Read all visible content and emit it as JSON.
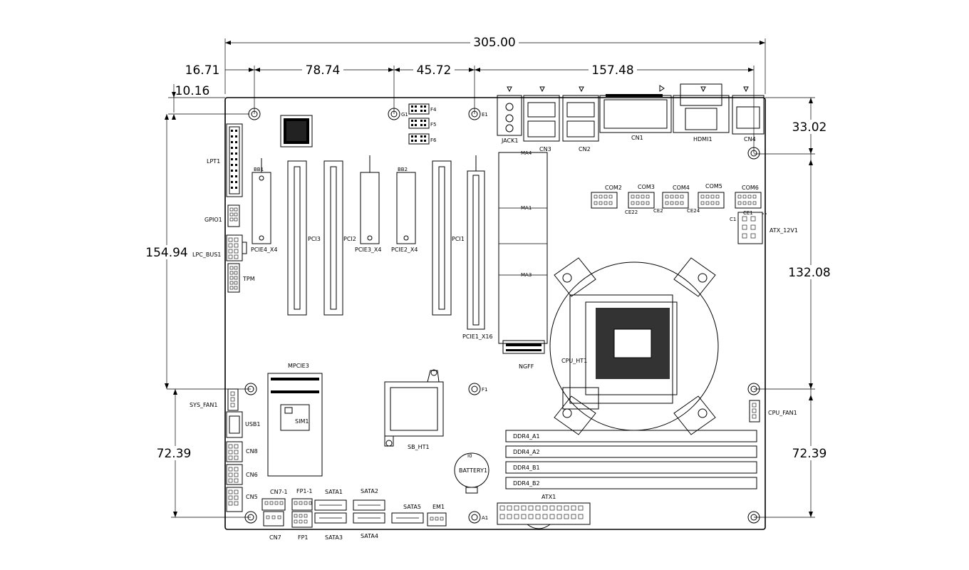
{
  "dimensions": {
    "overall_width": "305.00",
    "seg1": "16.71",
    "seg2": "78.74",
    "seg3": "45.72",
    "seg4": "157.48",
    "left_top_offset": "10.16",
    "left_middle": "154.94",
    "left_bottom": "72.39",
    "right_top": "33.02",
    "right_middle": "132.08",
    "right_bottom": "72.39"
  },
  "labels": {
    "lpt1": "LPT1",
    "gpio1": "GPIO1",
    "lpc_bus1": "LPC_BUS1",
    "tpm": "TPM",
    "pcie4_x4": "PCIE4_X4",
    "pci3": "PCI3",
    "pci2": "PCI2",
    "pcie3_x4": "PCIE3_X4",
    "pcie2_x4": "PCIE2_X4",
    "pci1": "PCI1",
    "pcie1_x16": "PCIE1_X16",
    "ngff": "NGFF",
    "ma4": "MA4",
    "ma1": "MA1",
    "ma3": "MA3",
    "jack1": "JACK1",
    "cn3": "CN3",
    "cn2": "CN2",
    "cn1": "CN1",
    "hdmi1": "HDMI1",
    "cn4": "CN4",
    "com2": "COM2",
    "com3": "COM3",
    "com4": "COM4",
    "com5": "COM5",
    "com6": "COM6",
    "ce22": "CE22",
    "ce2x": "CE2",
    "ce24": "CE24",
    "ce1": "CE1",
    "c1": "C1",
    "atx_12v1": "ATX_12V1",
    "cpu_ht1": "CPU_HT1",
    "cpu_fan1": "CPU_FAN1",
    "mpcie3": "MPCIE3",
    "sim1": "SIM1",
    "sb_ht1": "SB_HT1",
    "sys_fan1": "SYS_FAN1",
    "usb1": "USB1",
    "cn8": "CN8",
    "cn6": "CN6",
    "cn5": "CN5",
    "cn7_1": "CN7-1",
    "cn7": "CN7",
    "fp1_1": "FP1-1",
    "fp1": "FP1",
    "sata1": "SATA1",
    "sata2": "SATA2",
    "sata3": "SATA3",
    "sata4": "SATA4",
    "sata5": "SATA5",
    "em1": "EM1",
    "atx1": "ATX1",
    "battery1": "BATTERY1",
    "ddr4_a1": "DDR4_A1",
    "ddr4_a2": "DDR4_A2",
    "ddr4_b1": "DDR4_B1",
    "ddr4_b2": "DDR4_B2",
    "f4": "F4",
    "f5": "F5",
    "f6": "F6",
    "g1": "G1",
    "e1": "E1",
    "f1": "F1",
    "a1": "A1",
    "bb1": "BB1",
    "bb2": "BB2",
    "io": "I0"
  }
}
